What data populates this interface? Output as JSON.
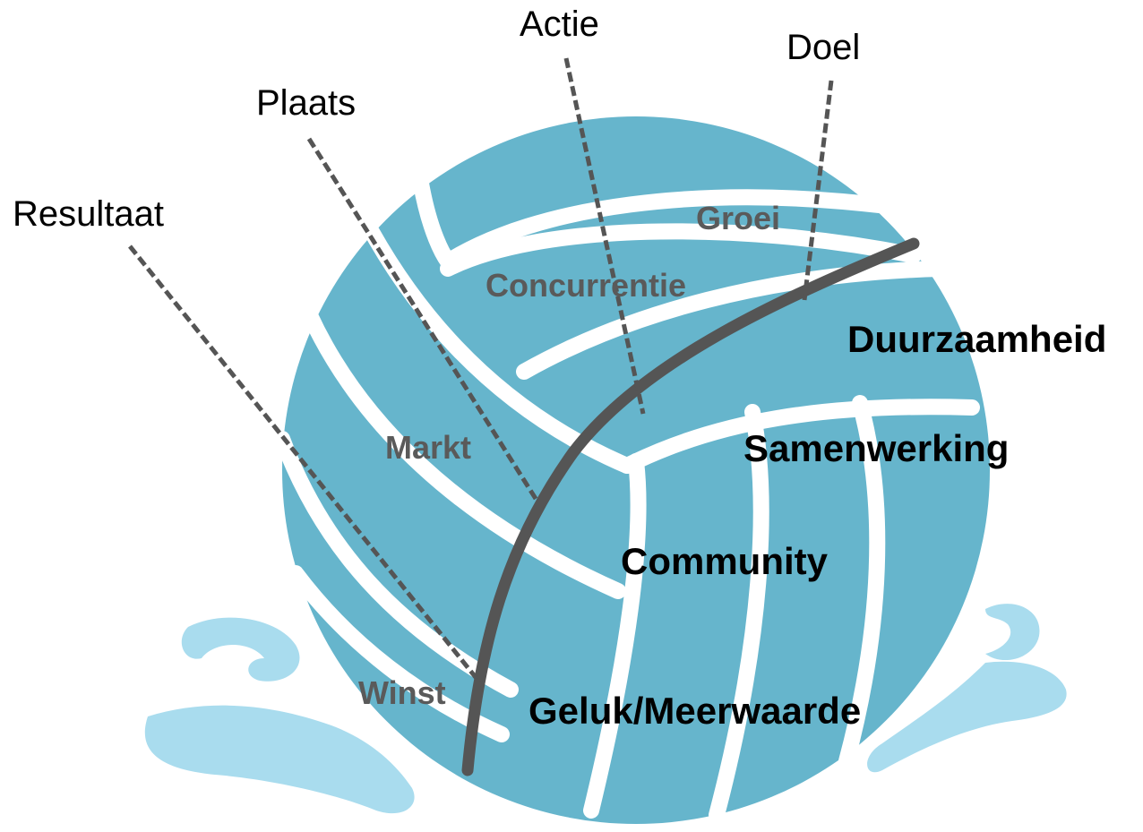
{
  "colors": {
    "ball": "#66b5cc",
    "splash": "#a9dcee",
    "seam": "#ffffff",
    "divider": "#555555",
    "pointer": "#555555",
    "inner_text": "#5a5a5a",
    "main_text": "#000000"
  },
  "outer_labels": {
    "resultaat": "Resultaat",
    "plaats": "Plaats",
    "actie": "Actie",
    "doel": "Doel"
  },
  "inner_labels": {
    "groei": "Groei",
    "concurrentie": "Concurrentie",
    "markt": "Markt",
    "winst": "Winst"
  },
  "main_labels": {
    "duurzaamheid": "Duurzaamheid",
    "samenwerking": "Samenwerking",
    "community": "Community",
    "geluk": "Geluk/Meerwaarde"
  }
}
